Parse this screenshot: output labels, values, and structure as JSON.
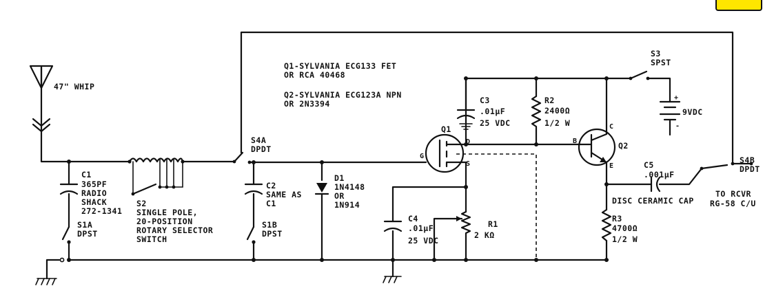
{
  "notes": {
    "q1_line1": "Q1-SYLVANIA ECG133 FET",
    "q1_line2": "OR RCA 40468",
    "q2_line1": "Q2-SYLVANIA ECG123A NPN",
    "q2_line2": "OR 2N3394"
  },
  "antenna": {
    "label": "47\" WHIP"
  },
  "c1": {
    "ref": "C1",
    "line1": "365PF",
    "line2": "RADIO",
    "line3": "SHACK",
    "line4": "272-1341"
  },
  "s1a": {
    "ref": "S1A",
    "type": "DPST"
  },
  "s2": {
    "ref": "S2",
    "line1": "SINGLE POLE,",
    "line2": "20-POSITION",
    "line3": "ROTARY SELECTOR",
    "line4": "SWITCH"
  },
  "s4a": {
    "ref": "S4A",
    "type": "DPDT"
  },
  "c2": {
    "ref": "C2",
    "line1": "SAME AS",
    "line2": "C1"
  },
  "s1b": {
    "ref": "S1B",
    "type": "DPST"
  },
  "d1": {
    "ref": "D1",
    "line1": "1N4148",
    "line2": "OR",
    "line3": "1N914"
  },
  "q1": {
    "ref": "Q1",
    "gate": "G",
    "drain": "D",
    "source": "S"
  },
  "c3": {
    "ref": "C3",
    "value": ".01μF",
    "rating": "25 VDC"
  },
  "c4": {
    "ref": "C4",
    "value": ".01μF",
    "rating": "25 VDC"
  },
  "r1": {
    "ref": "R1",
    "value": "2 KΩ"
  },
  "r2": {
    "ref": "R2",
    "value": "2400Ω",
    "rating": "1/2 W"
  },
  "q2": {
    "ref": "Q2",
    "base": "B",
    "collector": "C",
    "emitter": "E"
  },
  "s3": {
    "ref": "S3",
    "type": "SPST"
  },
  "battery": {
    "label": "9VDC",
    "plus": "+",
    "minus": "-"
  },
  "c5": {
    "ref": "C5",
    "value": ".001μF",
    "note": "DISC CERAMIC CAP"
  },
  "r3": {
    "ref": "R3",
    "value": "4700Ω",
    "rating": "1/2 W"
  },
  "s4b": {
    "ref": "S4B",
    "type": "DPDT"
  },
  "output": {
    "line1": "TO RCVR",
    "line2": "RG-58 C/U"
  },
  "colors": {
    "ink": "#111111",
    "tab": "#ffe600"
  }
}
